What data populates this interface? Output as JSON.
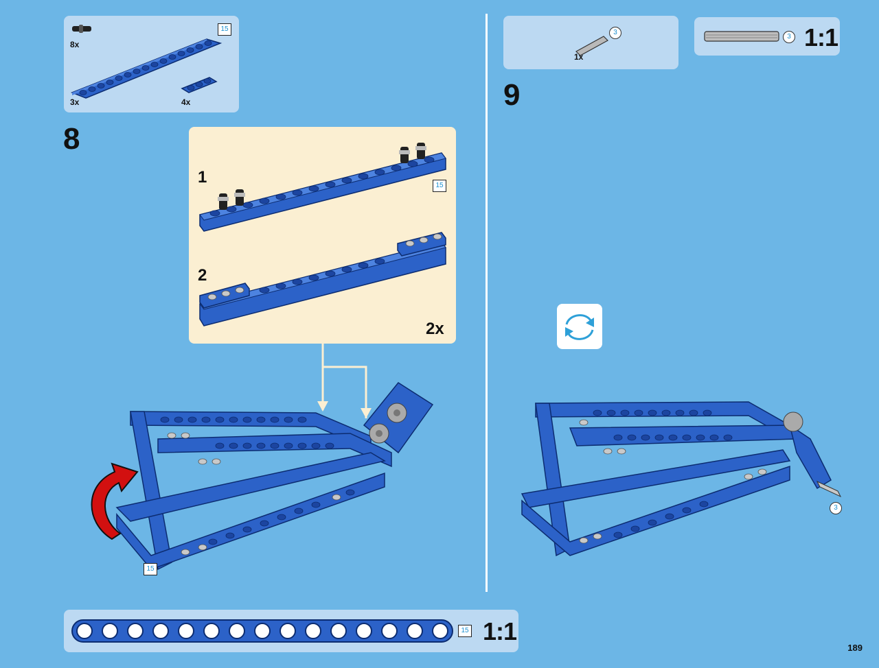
{
  "page": {
    "number": "189"
  },
  "step8": {
    "number": "8",
    "parts": [
      {
        "qty": "8x",
        "icon": "pin-part-icon"
      },
      {
        "qty": "3x",
        "icon": "beam-15-part-icon"
      },
      {
        "qty": "4x",
        "icon": "beam-3-part-icon"
      }
    ],
    "beam_length_label": "15",
    "sub1_number": "1",
    "sub2_number": "2",
    "sub_multiplier": "2x",
    "main_beam_label": "15"
  },
  "step9": {
    "number": "9",
    "parts": [
      {
        "qty": "1x",
        "icon": "axle-3-part-icon",
        "length": "3"
      }
    ],
    "axle_label": "3"
  },
  "scale_guide_top": {
    "length": "3",
    "scale": "1:1"
  },
  "scale_guide_bottom": {
    "length": "15",
    "scale": "1:1"
  },
  "colors": {
    "background": "#6cb6e6",
    "panel": "#bcd9f2",
    "callout": "#fbefd2",
    "beam": "#2c62c8",
    "arrow": "#d21010"
  }
}
